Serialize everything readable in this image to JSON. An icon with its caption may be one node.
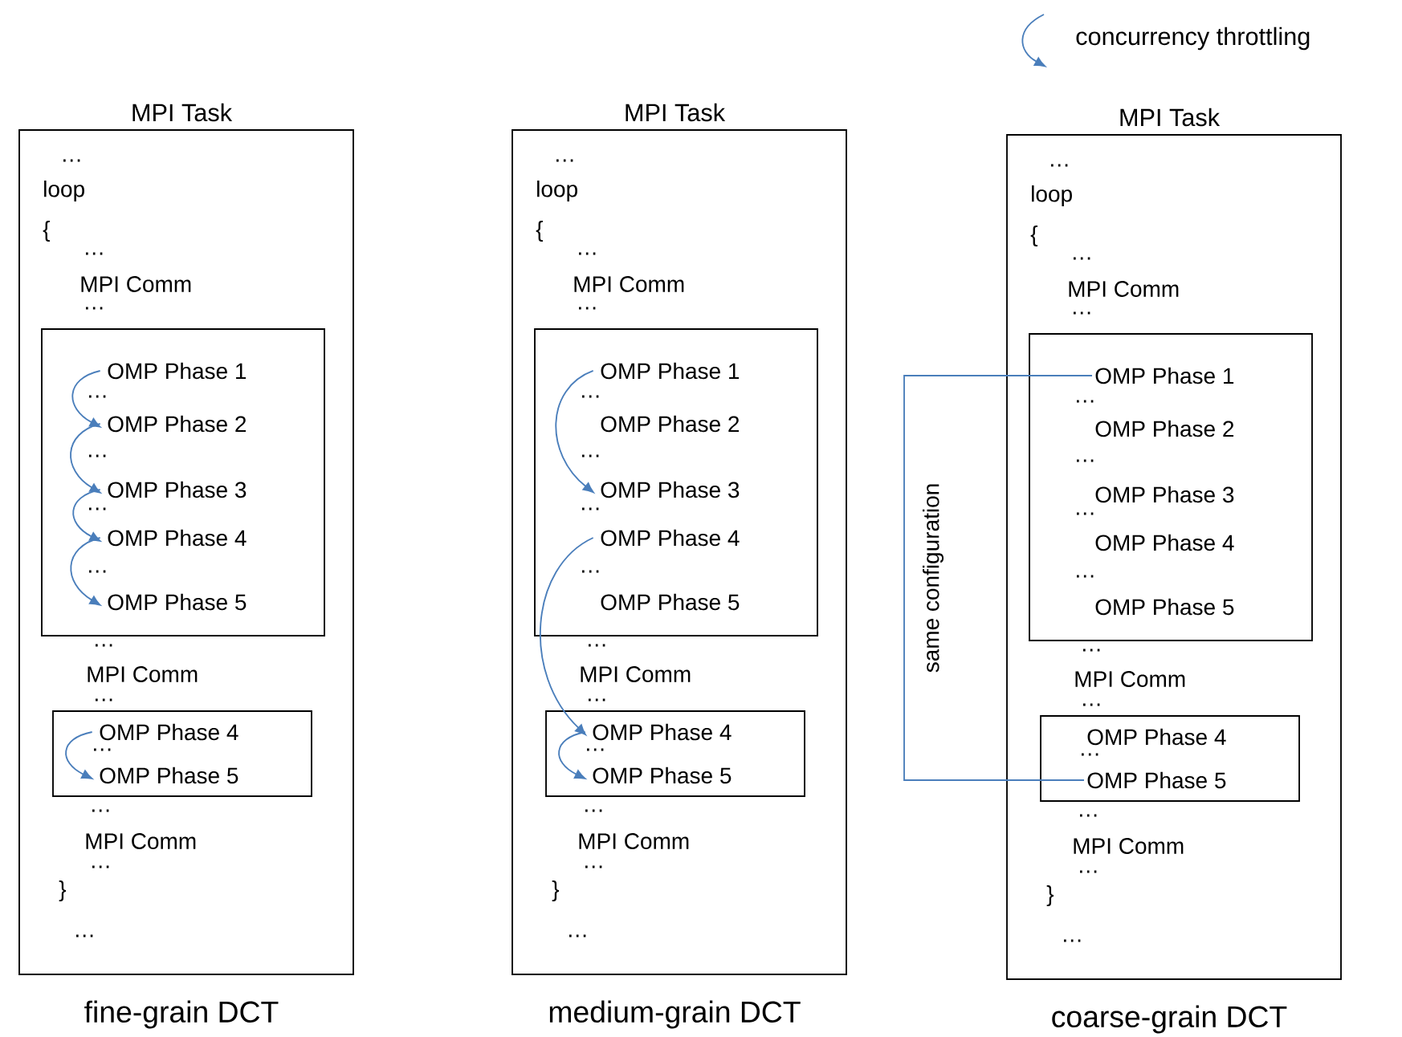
{
  "diagram": {
    "nodes": [
      {
        "text": [
          "MPI Task",
          "…",
          "loop",
          "{",
          "…",
          "MPI Comm",
          "…",
          "…",
          "MPI Comm",
          "…",
          "…",
          "MPI Comm",
          "…",
          "}",
          "…"
        ],
        "beside": [
          "fine-grain DCT"
        ]
      },
      {
        "text": [
          "…",
          "…",
          "…",
          "…"
        ],
        "in": 0
      },
      {
        "text": [
          "OMP Phase 1"
        ],
        "in": 1
      },
      {
        "text": [
          "OMP Phase 2"
        ],
        "in": 1
      },
      {
        "text": [
          "OMP Phase 3"
        ],
        "in": 1
      },
      {
        "text": [
          "OMP Phase 4"
        ],
        "in": 1
      },
      {
        "text": [
          "OMP Phase 5"
        ],
        "in": 1
      },
      {
        "text": [
          "…"
        ],
        "in": 0
      },
      {
        "text": [
          "OMP Phase 4"
        ],
        "in": 7
      },
      {
        "text": [
          "OMP Phase 5"
        ],
        "in": 7
      },
      {
        "text": [
          "MPI Task",
          "…",
          "loop",
          "{",
          "…",
          "MPI Comm",
          "…",
          "…",
          "MPI Comm",
          "…",
          "…",
          "MPI Comm",
          "…",
          "}",
          "…"
        ],
        "beside": [
          "medium-grain DCT"
        ]
      },
      {
        "text": [
          "…",
          "…",
          "…",
          "…"
        ],
        "in": 10
      },
      {
        "text": [
          "OMP Phase 1"
        ],
        "in": 11
      },
      {
        "text": [
          "OMP Phase 2"
        ],
        "in": 11
      },
      {
        "text": [
          "OMP Phase 3"
        ],
        "in": 11
      },
      {
        "text": [
          "OMP Phase 4"
        ],
        "in": 11
      },
      {
        "text": [
          "OMP Phase 5"
        ],
        "in": 11
      },
      {
        "text": [
          "…"
        ],
        "in": 10
      },
      {
        "text": [
          "OMP Phase 4"
        ],
        "in": 17
      },
      {
        "text": [
          "OMP Phase 5"
        ],
        "in": 17
      },
      {
        "text": [
          "MPI Task",
          "…",
          "loop",
          "{",
          "…",
          "MPI Comm",
          "…",
          "…",
          "MPI Comm",
          "…",
          "…",
          "MPI Comm",
          "…",
          "}",
          "…"
        ],
        "beside": [
          "coarse-grain DCT"
        ]
      },
      {
        "text": [
          "…",
          "…",
          "…",
          "…"
        ],
        "in": 20
      },
      {
        "text": [
          "OMP Phase 1"
        ],
        "in": 21
      },
      {
        "text": [
          "OMP Phase 2"
        ],
        "in": 21
      },
      {
        "text": [
          "OMP Phase 3"
        ],
        "in": 21
      },
      {
        "text": [
          "OMP Phase 4"
        ],
        "in": 21
      },
      {
        "text": [
          "OMP Phase 5"
        ],
        "in": 21
      },
      {
        "text": [
          "…"
        ],
        "in": 20
      },
      {
        "text": [
          "OMP Phase 4"
        ],
        "in": 27
      },
      {
        "text": [
          "OMP Phase 5"
        ],
        "in": 27
      }
    ],
    "edges": [
      {
        "from": 2,
        "to": 3,
        "arrow": "to"
      },
      {
        "from": 3,
        "to": 4,
        "arrow": "to"
      },
      {
        "from": 4,
        "to": 5,
        "arrow": "to"
      },
      {
        "from": 5,
        "to": 6,
        "arrow": "to"
      },
      {
        "from": 8,
        "to": 9,
        "arrow": "to"
      },
      {
        "from": 12,
        "to": 14,
        "arrow": "to"
      },
      {
        "from": 15,
        "to": 18,
        "arrow": "to"
      },
      {
        "from": 18,
        "to": 19,
        "arrow": "to"
      },
      {
        "from": 22,
        "to": 29,
        "arrow": "none",
        "label": "same configuration"
      }
    ],
    "legend": [
      {
        "text": "concurrency throttling"
      }
    ]
  }
}
